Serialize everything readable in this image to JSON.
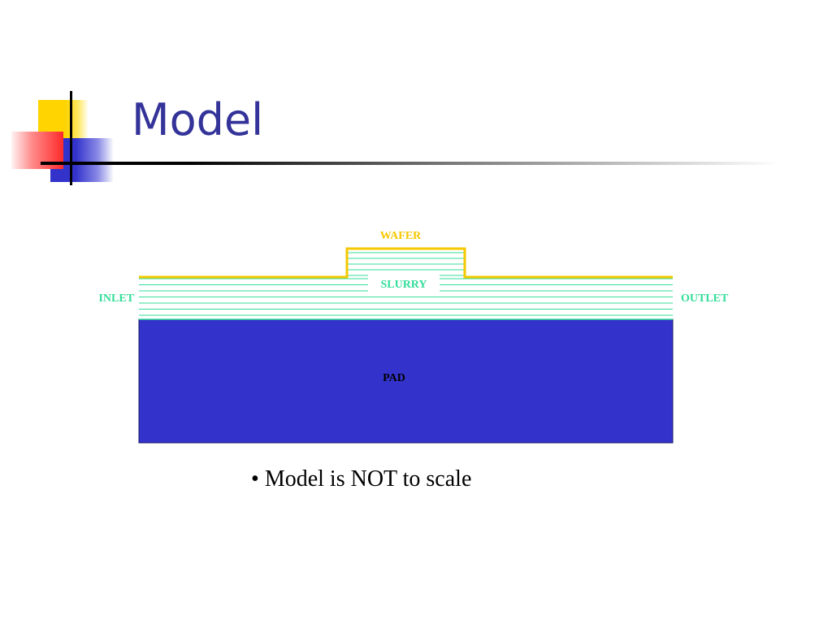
{
  "slide": {
    "title": "Model",
    "bullet_marker": "•",
    "bullet_text": "Model is NOT to scale"
  },
  "diagram": {
    "labels": {
      "wafer": "WAFER",
      "slurry": "SLURRY",
      "inlet": "INLET",
      "outlet": "OUTLET",
      "pad": "PAD"
    },
    "colors": {
      "wafer": "#f5c800",
      "slurry": "#33dd99",
      "pad": "#3333cc",
      "pad_text": "#000000"
    }
  }
}
